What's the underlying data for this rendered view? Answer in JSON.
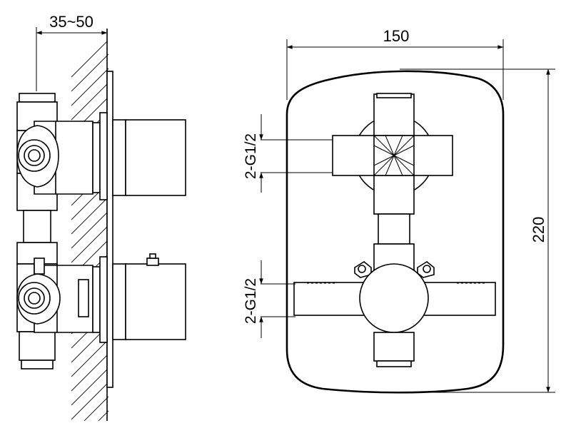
{
  "dimensions": {
    "install_depth": "35~50",
    "width": "150",
    "height": "220",
    "upper_connection": "2-G1/2",
    "lower_connection": "2-G1/2"
  },
  "colors": {
    "line": "#000000",
    "background": "#ffffff"
  }
}
